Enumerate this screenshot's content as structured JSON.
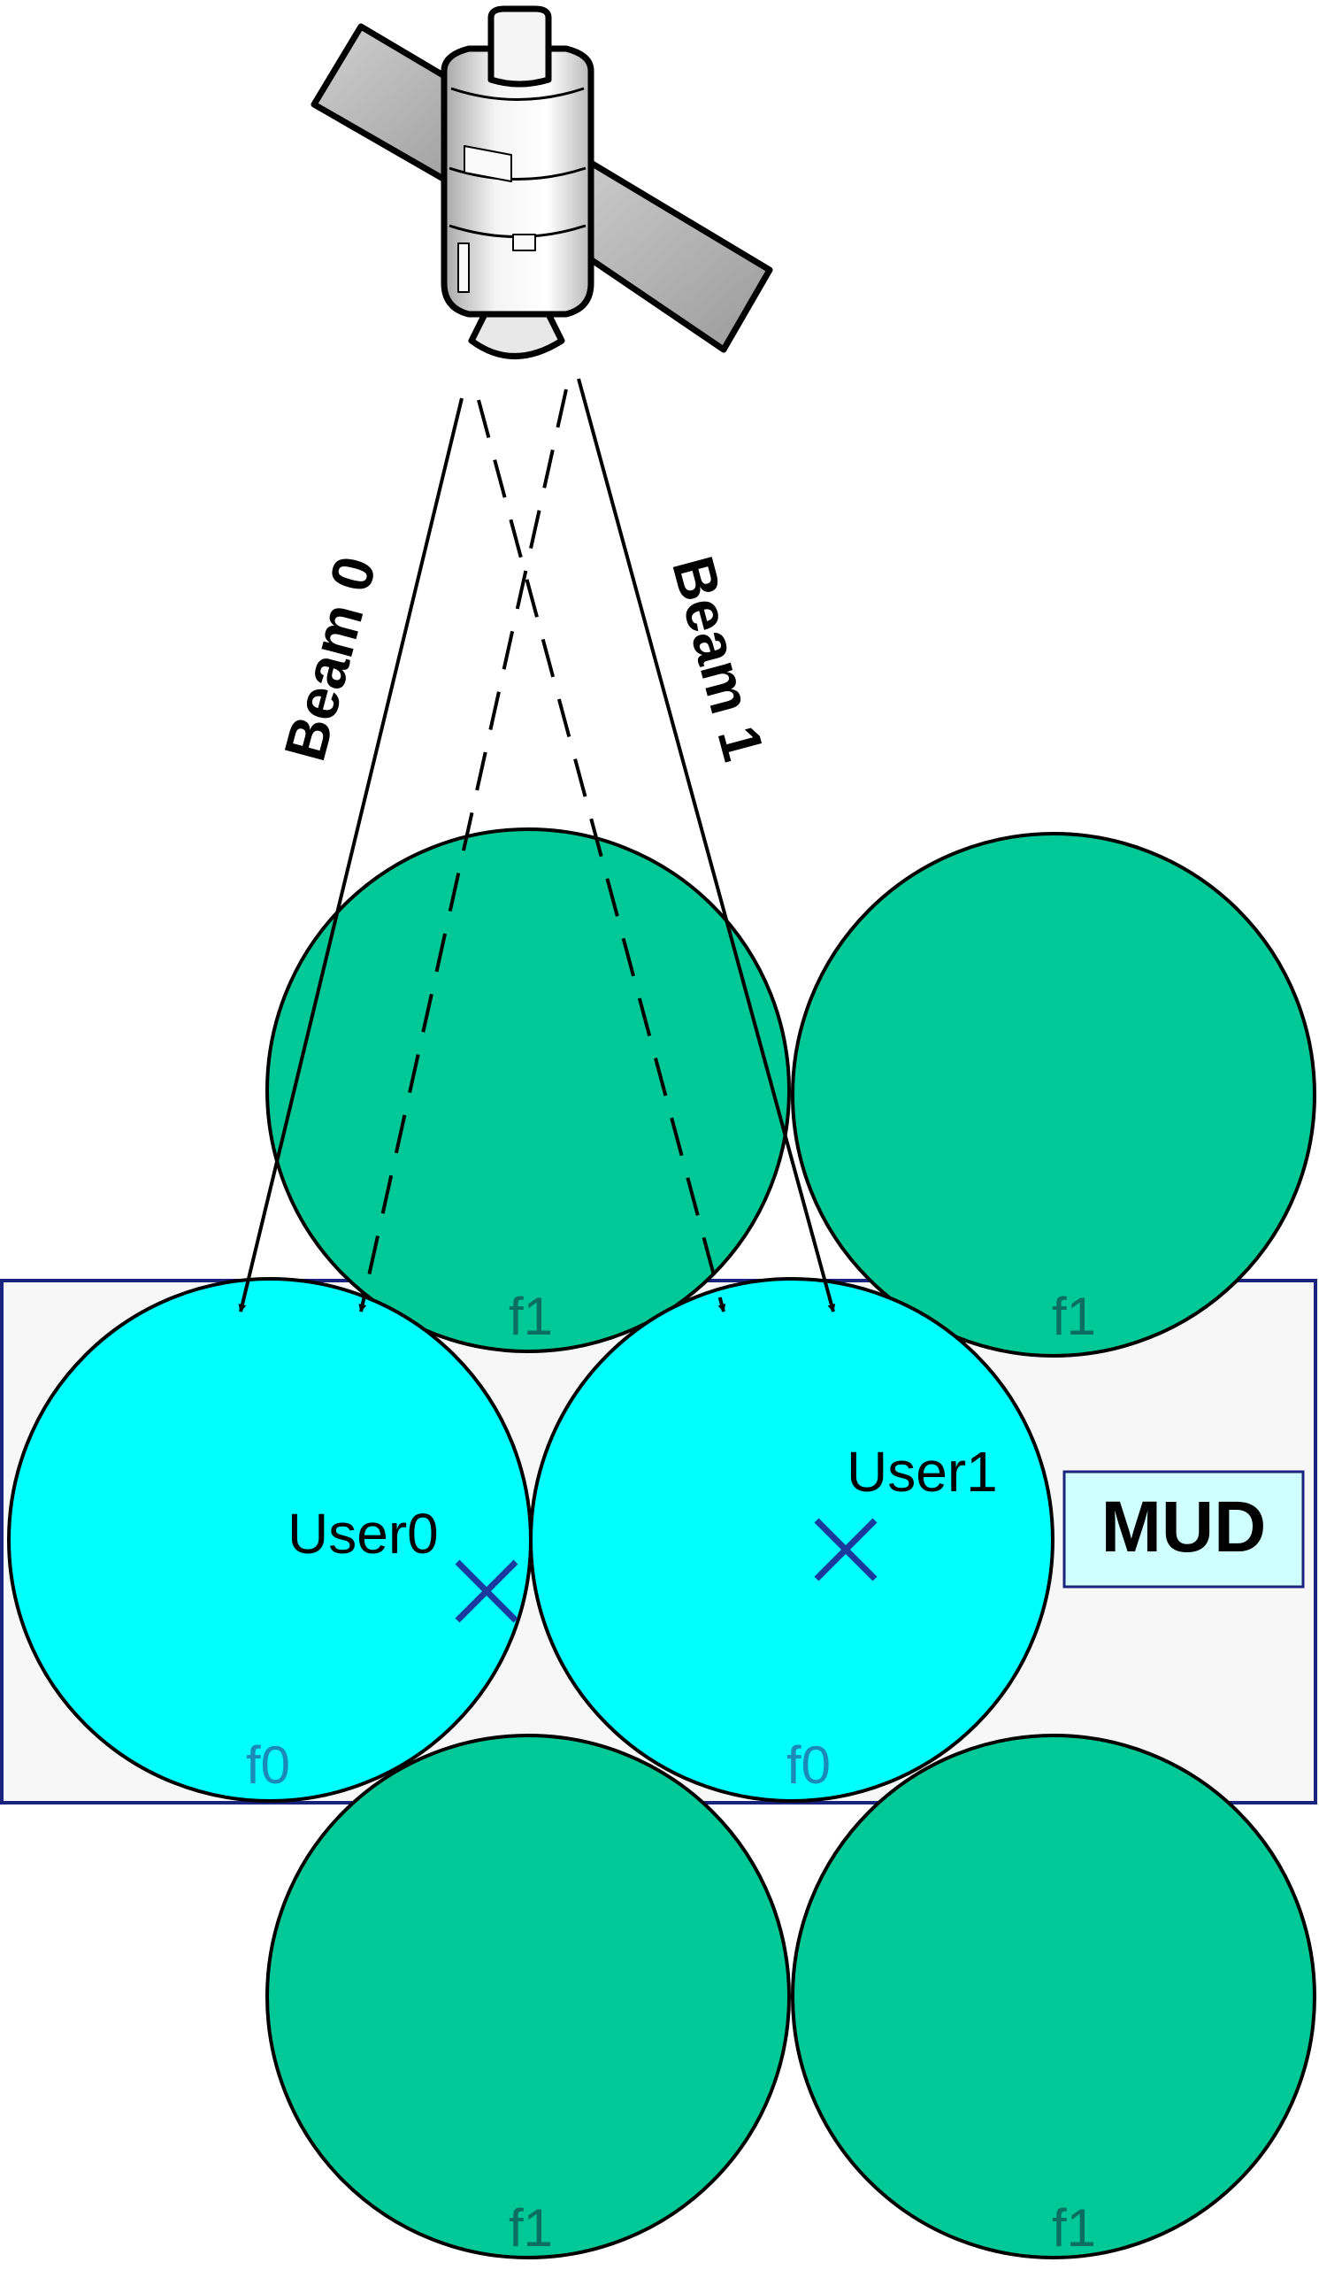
{
  "satellite": {
    "icon": "satellite-icon"
  },
  "beams": [
    {
      "label": "Beam 0"
    },
    {
      "label": "Beam 1"
    }
  ],
  "region": {
    "label": "MUD"
  },
  "cells": [
    {
      "freq": "f1",
      "role": "neighbor"
    },
    {
      "freq": "f1",
      "role": "neighbor"
    },
    {
      "freq": "f0",
      "role": "serving"
    },
    {
      "freq": "f0",
      "role": "serving"
    },
    {
      "freq": "f1",
      "role": "neighbor"
    },
    {
      "freq": "f1",
      "role": "neighbor"
    }
  ],
  "users": [
    {
      "label": "User0",
      "marker": "cross-icon"
    },
    {
      "label": "User1",
      "marker": "cross-icon"
    }
  ],
  "colors": {
    "serving_cell": "#00ffff",
    "neighbor_cell": "#00c896",
    "region_fill": "#f7f7f7",
    "region_stroke": "#1a237e",
    "mud_fill": "#cfffff",
    "user_marker": "#1a3a9e",
    "freq_label_f0": "#1c8ab8",
    "freq_label_f1": "#0b6e60"
  }
}
